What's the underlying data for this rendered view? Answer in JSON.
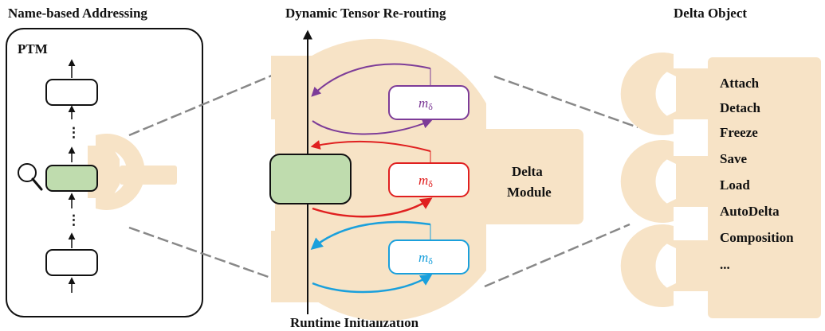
{
  "titles": {
    "left": "Name-based Addressing",
    "center": "Dynamic Tensor Re-routing",
    "right": "Delta Object",
    "bottom": "Runtime Initialization"
  },
  "ptm": {
    "label": "PTM",
    "dots": "⋮"
  },
  "delta_module": {
    "line1": "Delta",
    "line2": "Module"
  },
  "module_label": {
    "base": "m",
    "sub": "δ"
  },
  "operations": [
    "Attach",
    "Detach",
    "Freeze",
    "Save",
    "Load",
    "AutoDelta",
    "Composition",
    "..."
  ],
  "colors": {
    "wrench": "#f7e3c6",
    "green": "#bfdcae",
    "purple": "#7d3c98",
    "red": "#e02020",
    "blue": "#1aa0dc"
  }
}
